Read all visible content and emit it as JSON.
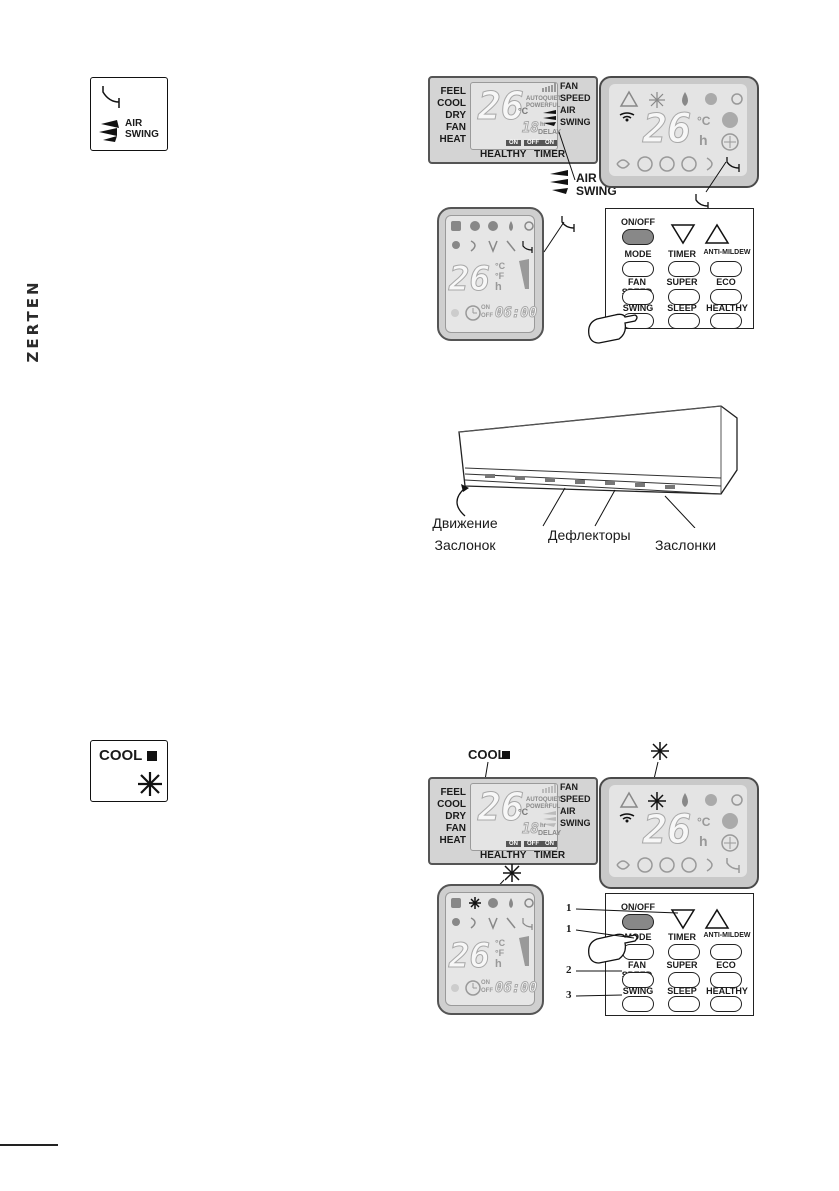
{
  "brand": "ZERTEN",
  "swing_section": {
    "icon_label": "AIR SWING",
    "panel_a": {
      "modes": [
        "FEEL",
        "COOL",
        "DRY",
        "FAN",
        "HEAT"
      ],
      "temp": "26",
      "unit": "°C",
      "right_labels": [
        "FAN",
        "SPEED",
        "AIR",
        "SWING"
      ],
      "autoquiet": "AUTOQUIET",
      "powerful": "POWERFUL",
      "timer_value": "18",
      "hr": "hr",
      "delay": "DELAY",
      "on": "ON",
      "off": "OFF",
      "healthy": "HEALTHY",
      "timer": "TIMER"
    },
    "air_swing_callout": "AIR SWING",
    "panel_b": {
      "temp": "26",
      "c": "°C",
      "h": "h"
    },
    "panel_c": {
      "temp": "26",
      "c": "°C",
      "f": "°F",
      "h": "h",
      "on": "ON",
      "off": "OFF",
      "time": "06:00"
    },
    "remote": {
      "buttons": [
        "ON/OFF",
        "",
        "",
        "MODE",
        "TIMER",
        "ANTI-MILDEW",
        "FAN SPEED",
        "SUPER",
        "ECO",
        "SWING",
        "SLEEP",
        "HEALTHY"
      ]
    }
  },
  "unit_diagram": {
    "label_movement": "Движение\nЗаслонок",
    "label_deflectors": "Дефлекторы",
    "label_louvers": "Заслонки"
  },
  "cool_section": {
    "icon_label": "COOL",
    "cool_callout": "COOL",
    "panel_a": {
      "modes": [
        "FEEL",
        "COOL",
        "DRY",
        "FAN",
        "HEAT"
      ],
      "temp": "26",
      "unit": "°C",
      "right_labels": [
        "FAN",
        "SPEED",
        "AIR",
        "SWING"
      ],
      "autoquiet": "AUTOQUIET",
      "powerful": "POWERFUL",
      "timer_value": "18",
      "hr": "hr",
      "delay": "DELAY",
      "on": "ON",
      "off": "OFF",
      "healthy": "HEALTHY",
      "timer": "TIMER"
    },
    "panel_b": {
      "temp": "26",
      "c": "°C",
      "h": "h"
    },
    "panel_c": {
      "temp": "26",
      "c": "°C",
      "f": "°F",
      "h": "h",
      "on": "ON",
      "off": "OFF",
      "time": "06:00"
    },
    "remote": {
      "buttons": [
        "ON/OFF",
        "",
        "",
        "MODE",
        "TIMER",
        "ANTI-MILDEW",
        "FAN SPEED",
        "SUPER",
        "ECO",
        "SWING",
        "SLEEP",
        "HEALTHY"
      ],
      "step_numbers": [
        "1",
        "1",
        "2",
        "3"
      ]
    }
  }
}
